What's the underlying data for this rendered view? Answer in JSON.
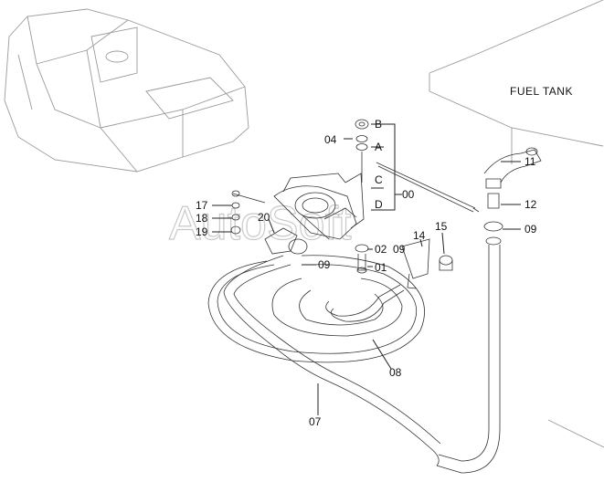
{
  "title": "FUEL TANK",
  "watermark": "AutoSoft",
  "callouts": {
    "b": "B",
    "a": "A",
    "c": "C",
    "d": "D",
    "p00": "00",
    "p04": "04",
    "p11": "11",
    "p12": "12",
    "p09_right": "09",
    "p17": "17",
    "p18": "18",
    "p19": "19",
    "p20": "20",
    "p14": "14",
    "p15": "15",
    "p02": "02",
    "p09_mid": "09",
    "p01": "01",
    "p09_left": "09",
    "p08": "08",
    "p07": "07"
  },
  "colors": {
    "line": "#222222",
    "watermark": "#888888",
    "ghost": "#9a9a9a"
  }
}
